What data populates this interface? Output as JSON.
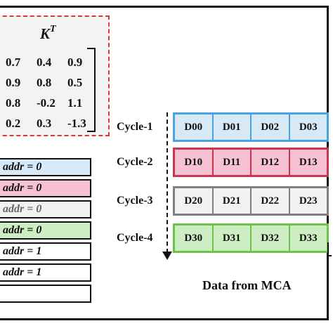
{
  "matrix": {
    "title": "K",
    "superscript": "T",
    "rows": [
      [
        "0.7",
        "0.4",
        "0.9"
      ],
      [
        "0.9",
        "0.8",
        "0.5"
      ],
      [
        "0.8",
        "-0.2",
        "1.1"
      ],
      [
        "0.2",
        "0.3",
        "-1.3"
      ]
    ],
    "border_color": "#d83a3a"
  },
  "addr_rows": [
    {
      "label": "addr = 0",
      "fill": "#d7e9f7",
      "text_color": "#111111"
    },
    {
      "label": "addr = 0",
      "fill": "#f6c1d3",
      "text_color": "#111111"
    },
    {
      "label": "addr = 0",
      "fill": "#f2f2f2",
      "text_color": "#666666"
    },
    {
      "label": "addr = 0",
      "fill": "#cdeec3",
      "text_color": "#111111"
    },
    {
      "label": "addr = 1",
      "fill": "#ffffff",
      "text_color": "#111111"
    },
    {
      "label": "addr = 1",
      "fill": "#ffffff",
      "text_color": "#111111"
    },
    {
      "label": "",
      "fill": "#ffffff",
      "text_color": "#111111"
    }
  ],
  "cycles": [
    {
      "label": "Cycle-1",
      "cells": [
        "D00",
        "D01",
        "D02",
        "D03"
      ],
      "fill": "#d7e9f7",
      "border": "#4aa3df"
    },
    {
      "label": "Cycle-2",
      "cells": [
        "D10",
        "D11",
        "D12",
        "D13"
      ],
      "fill": "#f6c1d3",
      "border": "#c8374f"
    },
    {
      "label": "Cycle-3",
      "cells": [
        "D20",
        "D21",
        "D22",
        "D23"
      ],
      "fill": "#f2f2f2",
      "border": "#808080"
    },
    {
      "label": "Cycle-4",
      "cells": [
        "D30",
        "D31",
        "D32",
        "D33"
      ],
      "fill": "#cdeec3",
      "border": "#6cc24a"
    }
  ],
  "caption": "Data from MCA"
}
